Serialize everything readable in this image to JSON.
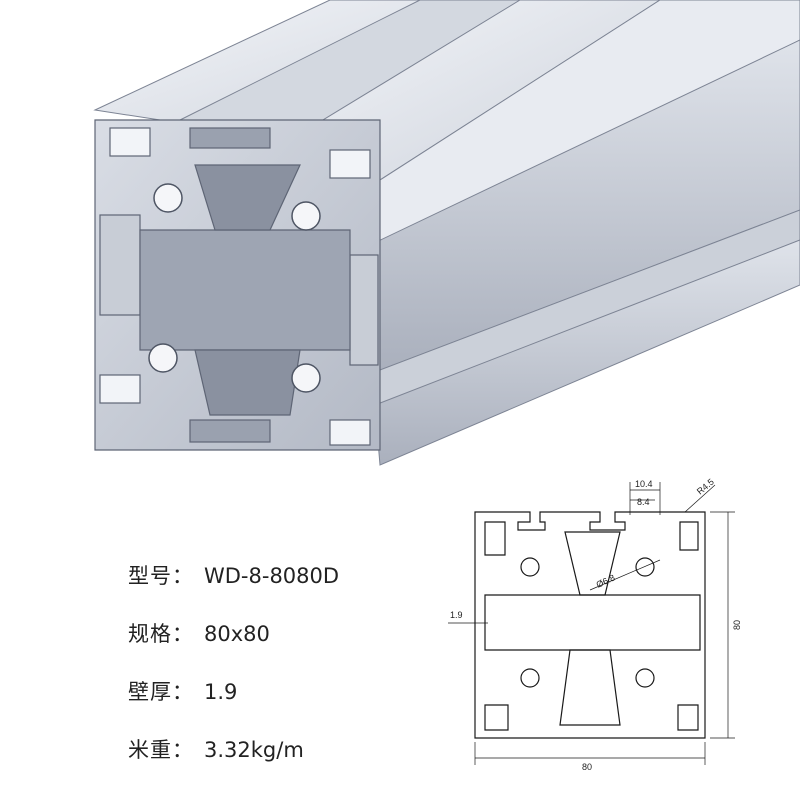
{
  "specs": [
    {
      "label": "型号：",
      "value": "WD-8-8080D"
    },
    {
      "label": "规格：",
      "value": "80x80"
    },
    {
      "label": "壁厚：",
      "value": "1.9"
    },
    {
      "label": "米重：",
      "value": "3.32kg/m"
    }
  ],
  "dimensions": {
    "slot_outer": "10.4",
    "slot_inner": "8.4",
    "corner_radius": "R4.5",
    "hole_diameter": "Ø6.8",
    "wall": "1.9",
    "height": "80",
    "width": "80"
  },
  "colors": {
    "metal_light": "#e4e7ee",
    "metal_mid": "#c4c9d3",
    "metal_dark": "#8d94a3",
    "line": "#1a1a1a"
  }
}
